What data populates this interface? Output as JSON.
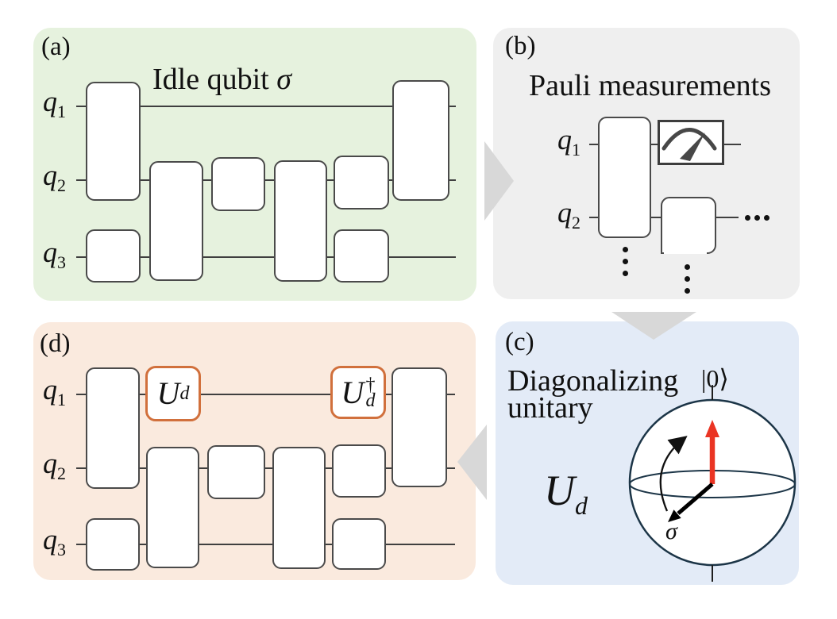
{
  "figure": {
    "panels": {
      "a": {
        "label": "(a)",
        "caption": {
          "text": "Idle qubit ",
          "symbol": "σ"
        },
        "qubits": [
          {
            "base": "q",
            "sub": "1"
          },
          {
            "base": "q",
            "sub": "2"
          },
          {
            "base": "q",
            "sub": "3"
          }
        ]
      },
      "b": {
        "label": "(b)",
        "caption": "Pauli measurements",
        "qubits": [
          {
            "base": "q",
            "sub": "1"
          },
          {
            "base": "q",
            "sub": "2"
          }
        ],
        "ellipsis_horizontal": "...",
        "ellipsis_vertical": "⋮"
      },
      "c": {
        "label": "(c)",
        "caption_line1": "Diagonalizing",
        "caption_line2": "unitary",
        "unitary": {
          "base": "U",
          "sub": "d"
        },
        "ket_zero": "|0⟩",
        "sigma": "σ"
      },
      "d": {
        "label": "(d)",
        "qubits": [
          {
            "base": "q",
            "sub": "1"
          },
          {
            "base": "q",
            "sub": "2"
          },
          {
            "base": "q",
            "sub": "3"
          }
        ],
        "gate_ud": {
          "base": "U",
          "sub": "d"
        },
        "gate_ud_dagger": {
          "base": "U",
          "sub": "d",
          "sup": "†"
        }
      }
    },
    "colors": {
      "panel_a_bg": "#e6f2de",
      "panel_b_bg": "#efefef",
      "panel_c_bg": "#e3ebf7",
      "panel_d_bg": "#faeade",
      "wire_stroke": "#3f3f3f",
      "gate_stroke": "#4a4a4a",
      "orange_accent": "#d1703c",
      "red_arrow": "#ea3423",
      "sphere_stroke": "#1c3547",
      "flow_arrow_gray": "#d8d8d8"
    }
  }
}
